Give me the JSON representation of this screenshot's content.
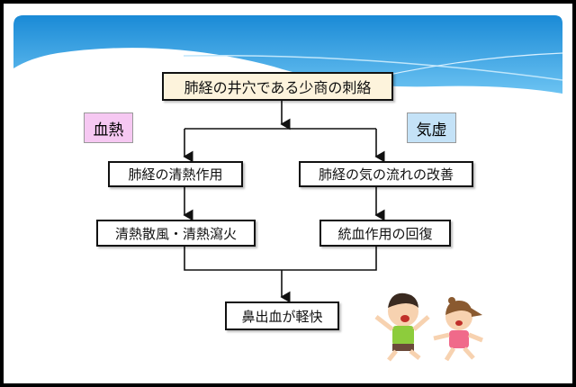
{
  "diagram": {
    "root": "肺経の井穴である少商の刺絡",
    "left_label": "血熱",
    "right_label": "気虚",
    "left_step1": "肺経の清熱作用",
    "left_step2": "清熱散風・清熱瀉火",
    "right_step1": "肺経の気の流れの改善",
    "right_step2": "統血作用の回復",
    "result": "鼻出血が軽快"
  },
  "colors": {
    "left_label_bg": "#f6c8f2",
    "right_label_bg": "#c4e2f7",
    "root_bg": "#fdf3dc",
    "banner": "#1e90d8"
  }
}
